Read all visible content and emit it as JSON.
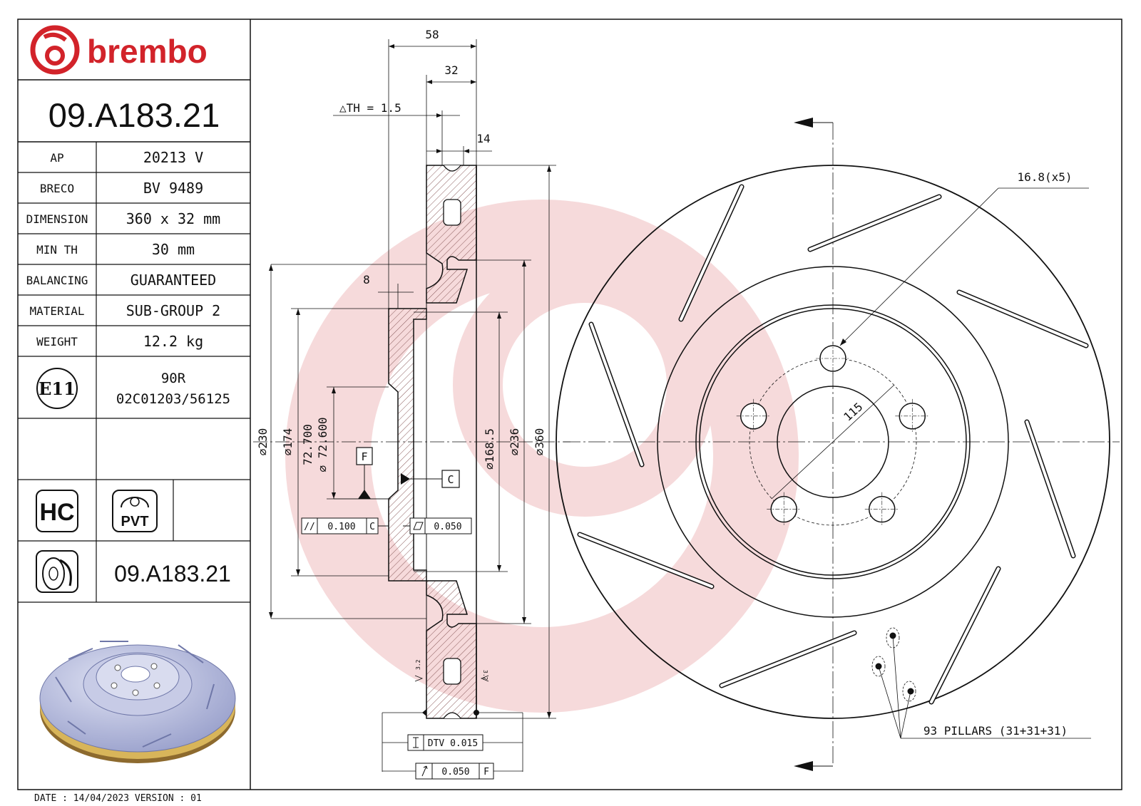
{
  "header": {
    "brand": "brembo",
    "part_number": "09.A183.21"
  },
  "specs": [
    {
      "label": "AP",
      "value": "20213 V"
    },
    {
      "label": "BRECO",
      "value": "BV 9489"
    },
    {
      "label": "DIMENSION",
      "value": "360 x 32 mm"
    },
    {
      "label": "MIN TH",
      "value": "30 mm"
    },
    {
      "label": "BALANCING",
      "value": "GUARANTEED"
    },
    {
      "label": "MATERIAL",
      "value": "SUB-GROUP 2"
    },
    {
      "label": "WEIGHT",
      "value": "12.2 kg"
    }
  ],
  "homologation": {
    "mark": "E11",
    "line1": "90R",
    "line2": "02C01203/56125"
  },
  "badges": {
    "hc": "HC",
    "pvt": "PVT"
  },
  "footer_part": "09.A183.21",
  "date_line": "DATE : 14/04/2023 VERSION : 01",
  "section_view": {
    "dims": {
      "width_total": "58",
      "thickness": "32",
      "th_tolerance": "△TH = 1.5",
      "face": "14",
      "hat": "8",
      "d230": "∅230",
      "d174": "∅174",
      "bore_max": "72.700",
      "bore_min": "∅ 72.600",
      "d168": "∅168.5",
      "d236": "∅236",
      "d360": "∅360",
      "roughness": "3.2"
    },
    "datums": {
      "f": "F",
      "c": "C"
    },
    "tolerances": {
      "parallel_symbol": "//",
      "parallel_value": "0.100",
      "parallel_datum": "C",
      "flat_value": "0.050",
      "dtv": "DTV 0.015",
      "runout_value": "0.050",
      "runout_datum": "F"
    }
  },
  "front_view": {
    "hole_dia": "16.8(x5)",
    "pcd": "115",
    "pillars": "93 PILLARS (31+31+31)"
  },
  "colors": {
    "brand_red": "#d2232a",
    "watermark": "#f6dadb",
    "line": "#111111",
    "hatch": "#8a5a5a",
    "disc_render": "#b9bfe0"
  }
}
